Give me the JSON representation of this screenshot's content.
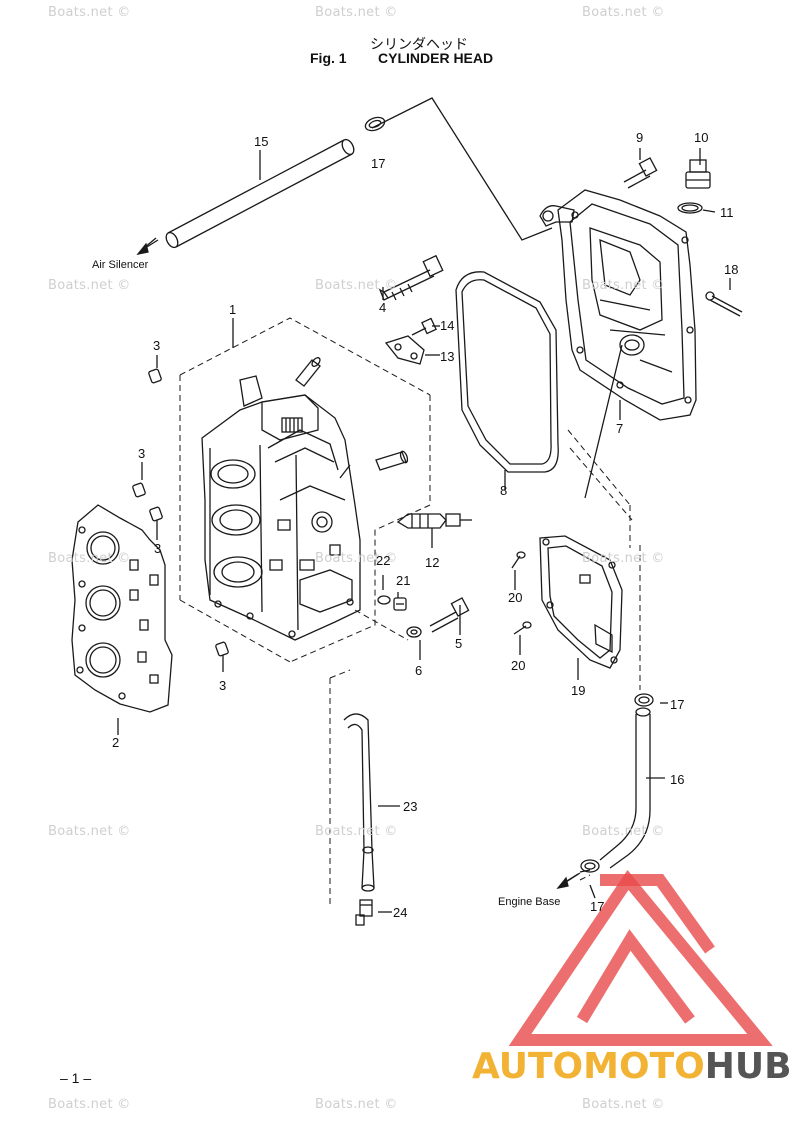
{
  "title": {
    "japanese": "シリンダヘッド",
    "fig": "Fig. 1",
    "name": "CYLINDER HEAD"
  },
  "watermark": "Boats.net ©",
  "labels": {
    "air_silencer": "Air Silencer",
    "engine_base": "Engine Base"
  },
  "callouts": {
    "c1": "1",
    "c2": "2",
    "c3a": "3",
    "c3b": "3",
    "c3c": "3",
    "c3d": "3",
    "c4": "4",
    "c5": "5",
    "c6": "6",
    "c7": "7",
    "c8": "8",
    "c9": "9",
    "c10": "10",
    "c11": "11",
    "c12": "12",
    "c13": "13",
    "c14": "14",
    "c15": "15",
    "c16": "16",
    "c17a": "17",
    "c17b": "17",
    "c17c": "17",
    "c18": "18",
    "c19": "19",
    "c20a": "20",
    "c20b": "20",
    "c21": "21",
    "c22": "22",
    "c23": "23",
    "c24": "24"
  },
  "page_number": "– 1 –",
  "brand": {
    "part_a": "AUTOMOTO",
    "part_b": "HUB",
    "logo_icon": "triangle-logo-icon"
  },
  "colors": {
    "line": "#1a1a1a",
    "watermark": "#cfcfcf",
    "logo_red": "#e94a4a",
    "logo_orange": "#f2b233",
    "logo_gray": "#555555"
  }
}
